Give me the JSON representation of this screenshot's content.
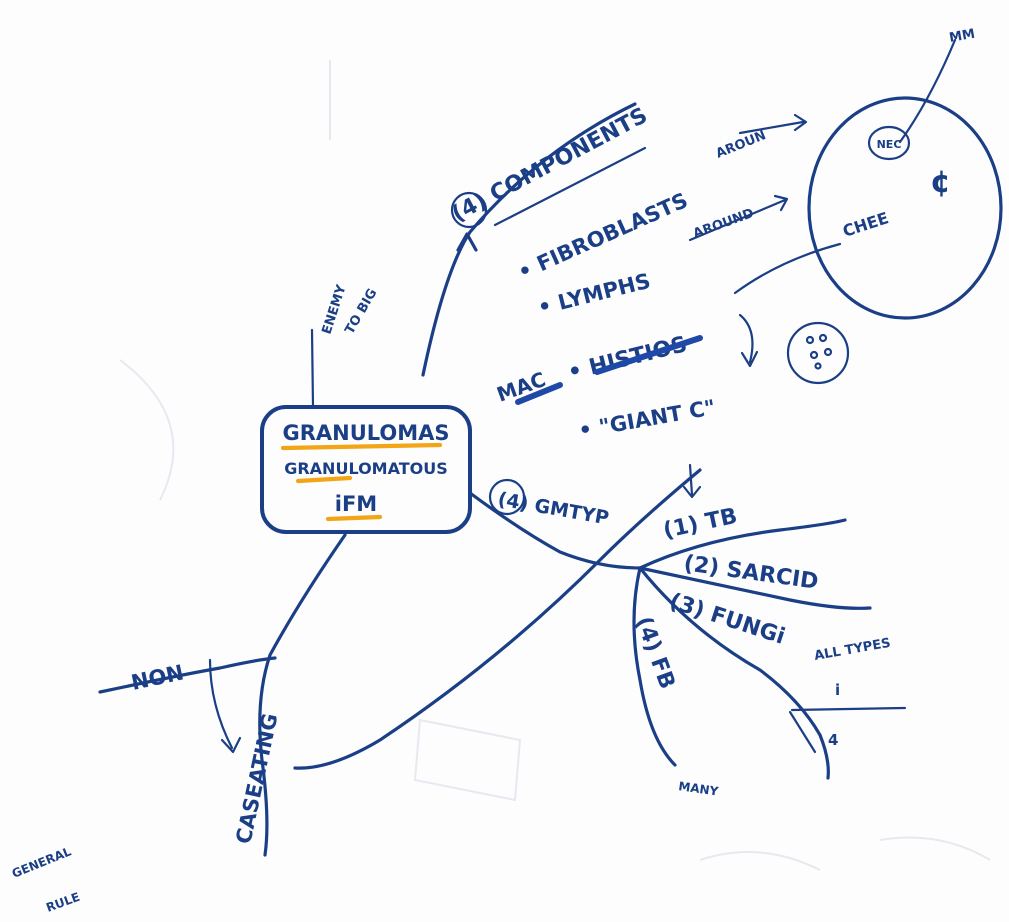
{
  "colors": {
    "ink": "#1b3f86",
    "highlight_orange": "#f2a516",
    "highlight_blue": "#1f49a8",
    "paper": "#fdfdfd"
  },
  "center": {
    "line1": "GRANULOMAS",
    "line2": "GRANULOMATOUS",
    "line3": "iFM"
  },
  "enemy_note": {
    "line1": "ENEMY",
    "line2": "TO BIG"
  },
  "components": {
    "title": "(4) COMPONENTS",
    "items": [
      "• FIBROBLASTS",
      "• LYMPHS",
      "• HISTIOS",
      "• \"GIANT C\""
    ],
    "around1": "AROUN",
    "around2": "AROUND",
    "mac": "MAC",
    "nec": "NEC",
    "cheese": "CHEE",
    "cell_symbol": "¢",
    "mm": "MM"
  },
  "types": {
    "title": "(4) GMTYP",
    "items": [
      "(1) TB",
      "(2) SARCID",
      "(3) FUNGi",
      "(4) FB"
    ],
    "all_types": "ALL TYPES",
    "many": "MANY"
  },
  "caseating": {
    "non": "NON",
    "caseating": "CASEATING"
  },
  "general_rule": {
    "line1": "GENERAL",
    "line2": "RULE"
  }
}
